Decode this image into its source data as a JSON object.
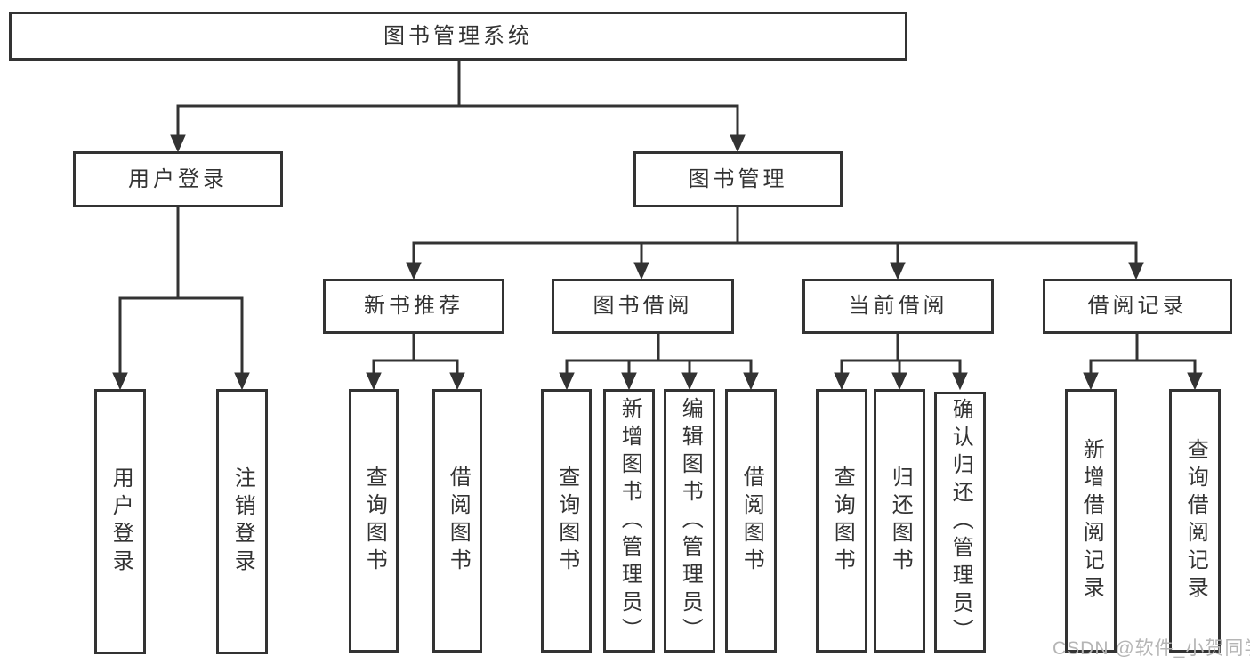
{
  "colors": {
    "line": "#333333",
    "text": "#333333",
    "box_background": "#ffffff",
    "page_background": "#ffffff",
    "watermark": "#b5b5b5"
  },
  "watermark": "CSDN @软件_小贺同学",
  "tree": {
    "label": "图书管理系统",
    "children": [
      {
        "label": "用户登录",
        "children": [
          {
            "label": "用户登录"
          },
          {
            "label": "注销登录"
          }
        ]
      },
      {
        "label": "图书管理",
        "children": [
          {
            "label": "新书推荐",
            "children": [
              {
                "label": "查询图书"
              },
              {
                "label": "借阅图书"
              }
            ]
          },
          {
            "label": "图书借阅",
            "children": [
              {
                "label": "查询图书"
              },
              {
                "label": "新增图书（管理员）"
              },
              {
                "label": "编辑图书（管理员）"
              },
              {
                "label": "借阅图书"
              }
            ]
          },
          {
            "label": "当前借阅",
            "children": [
              {
                "label": "查询图书"
              },
              {
                "label": "归还图书"
              },
              {
                "label": "确认归还（管理员）"
              }
            ]
          },
          {
            "label": "借阅记录",
            "children": [
              {
                "label": "新增借阅记录"
              },
              {
                "label": "查询借阅记录"
              }
            ]
          }
        ]
      }
    ]
  }
}
